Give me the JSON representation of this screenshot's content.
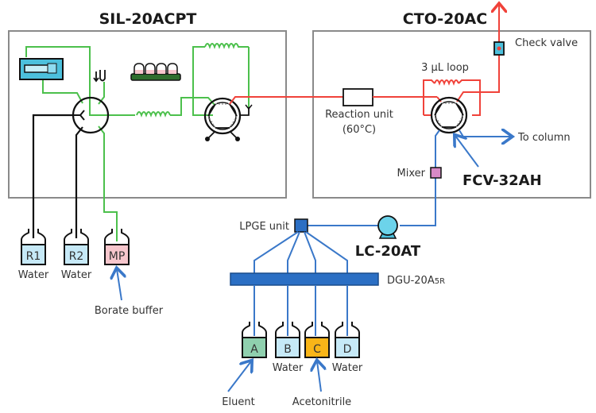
{
  "units": {
    "autosampler": "SIL-20ACPT",
    "column_oven": "CTO-20AC",
    "valve": "FCV-32AH",
    "pump": "LC-20AT",
    "degasser_main": "DGU-20A",
    "degasser_sub": "5R"
  },
  "labels": {
    "check_valve": "Check valve",
    "loop": "3 µL loop",
    "reaction_unit": "Reaction unit",
    "reaction_temp": "(60°C)",
    "to_column": "To column",
    "mixer": "Mixer",
    "lpge": "LPGE unit",
    "borate": "Borate buffer",
    "eluent": "Eluent",
    "acetonitrile": "Acetonitrile"
  },
  "reservoirs_left": [
    {
      "id": "R1",
      "caption": "Water",
      "color": "#c6e9f7"
    },
    {
      "id": "R2",
      "caption": "Water",
      "color": "#c6e9f7"
    },
    {
      "id": "MP",
      "caption": "",
      "color": "#f6c6cc"
    }
  ],
  "reservoirs_bottom": [
    {
      "id": "A",
      "caption": "",
      "color": "#8fd0ae"
    },
    {
      "id": "B",
      "caption": "Water",
      "color": "#c6e9f7"
    },
    {
      "id": "C",
      "caption": "",
      "color": "#f9b518"
    },
    {
      "id": "D",
      "caption": "Water",
      "color": "#c6e9f7"
    }
  ],
  "colors": {
    "reagent_line": "#4cc04c",
    "reaction_line": "#f0423a",
    "mobile_phase_line": "#3a78c9",
    "box_border": "#8a8a8a"
  }
}
